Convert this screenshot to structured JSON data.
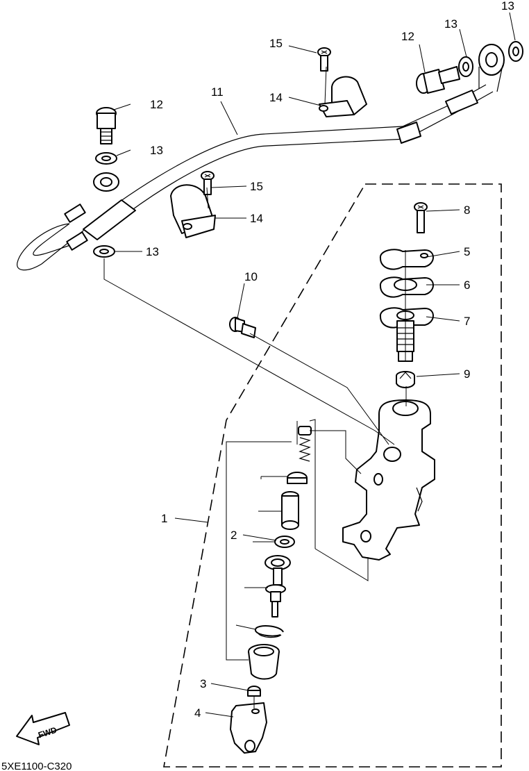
{
  "diagram_code": "5XE1100-C320",
  "fwd_label": "FWD",
  "callouts": {
    "c1": "1",
    "c2": "2",
    "c3": "3",
    "c4": "4",
    "c5": "5",
    "c6": "6",
    "c7": "7",
    "c8": "8",
    "c9": "9",
    "c10": "10",
    "c11": "11",
    "c12a": "12",
    "c12b": "12",
    "c13a": "13",
    "c13b": "13",
    "c13c": "13",
    "c13d": "13",
    "c14a": "14",
    "c14b": "14",
    "c15a": "15",
    "c15b": "15"
  }
}
